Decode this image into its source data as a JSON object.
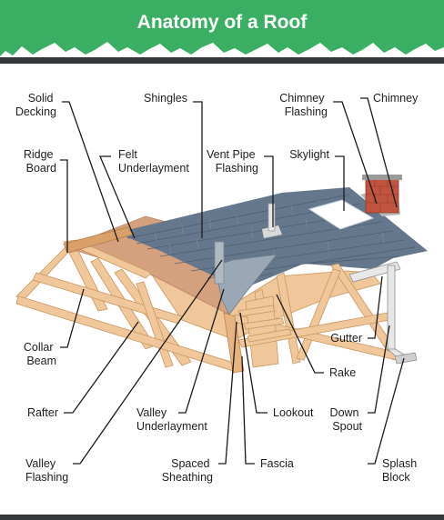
{
  "title": "Anatomy of a Roof",
  "colors": {
    "header_green": "#3aaf63",
    "header_band": "#35393c",
    "shingle": "#65778c",
    "felt": "#d4a07e",
    "wood": "#efc79a"
  },
  "labels": {
    "solid_decking": [
      "Solid",
      "Decking"
    ],
    "ridge_board": [
      "Ridge",
      "Board"
    ],
    "shingles": [
      "Shingles"
    ],
    "felt_underlayment": [
      "Felt",
      "Underlayment"
    ],
    "vent_pipe_flashing": [
      "Vent Pipe",
      "Flashing"
    ],
    "skylight": [
      "Skylight"
    ],
    "chimney_flashing": [
      "Chimney",
      "Flashing"
    ],
    "chimney": [
      "Chimney"
    ],
    "collar_beam": [
      "Collar",
      "Beam"
    ],
    "gutter": [
      "Gutter"
    ],
    "rake": [
      "Rake"
    ],
    "rafter": [
      "Rafter"
    ],
    "valley_underlayment": [
      "Valley",
      "Underlayment"
    ],
    "lookout": [
      "Lookout"
    ],
    "down_spout": [
      "Down",
      "Spout"
    ],
    "valley_flashing": [
      "Valley",
      "Flashing"
    ],
    "spaced_sheathing": [
      "Spaced",
      "Sheathing"
    ],
    "fascia": [
      "Fascia"
    ],
    "splash_block": [
      "Splash",
      "Block"
    ]
  }
}
